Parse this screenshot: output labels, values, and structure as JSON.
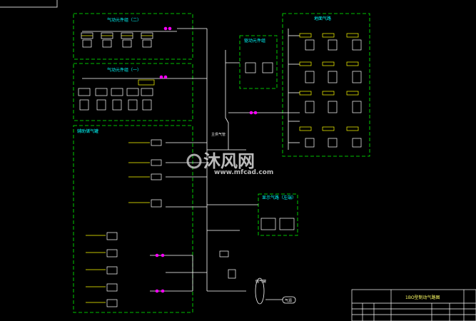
{
  "diagram": {
    "groups": {
      "box_top_left": "气动元件组（二）",
      "box_mid_left": "气动元件组（一）",
      "box_lower_left": "辅助储气罐",
      "box_right": "地面气路",
      "box_center_small": "驱动元件组",
      "box_bottom_right": "显示气路（左端）"
    },
    "pipe_label": "主供气管",
    "tank_label": "储气罐",
    "source_label": "气源"
  },
  "title_block": {
    "title": "1BO型制动气路图"
  },
  "watermark": {
    "brand": "沐风网",
    "url": "www.mfcad.com"
  },
  "colors": {
    "background": "#000000",
    "frame_green": "#00ff00",
    "line_white": "#ffffff",
    "label_cyan": "#00ffff",
    "title_yellow": "#ffff66"
  }
}
